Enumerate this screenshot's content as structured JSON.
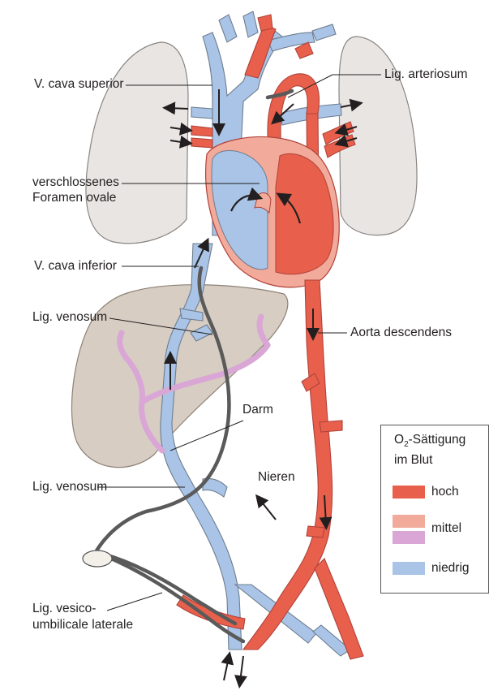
{
  "labels": {
    "v_cava_superior": "V. cava superior",
    "lig_arteriosum": "Lig. arteriosum",
    "foramen_line1": "verschlossenes",
    "foramen_line2": "Foramen ovale",
    "v_cava_inferior": "V. cava inferior",
    "lig_venosum_top": "Lig. venosum",
    "aorta_descendens": "Aorta descendens",
    "darm": "Darm",
    "nieren": "Nieren",
    "lig_venosum_bottom": "Lig. venosum",
    "vesico_line1": "Lig. vesico-",
    "vesico_line2": "umbilicale laterale"
  },
  "legend": {
    "title_prefix": "O",
    "title_sub": "2",
    "title_suffix": "-Sättigung",
    "title_line2": "im Blut",
    "items": [
      {
        "label": "hoch",
        "color": "#e8604c"
      },
      {
        "label": "mittel",
        "color": "#f2aa9a"
      },
      {
        "label": "",
        "color": "#d9a6d6"
      },
      {
        "label": "niedrig",
        "color": "#a9c4e6"
      }
    ]
  },
  "colors": {
    "oxygen_high": "#e8604c",
    "oxygen_medium": "#f2aa9a",
    "oxygen_medium_alt": "#d9a6d6",
    "oxygen_low": "#a9c4e6",
    "lung": "#e9e5e3",
    "liver": "#d7cdc3",
    "ligament": "#5a5a5a",
    "outline": "#6e7d8f"
  }
}
